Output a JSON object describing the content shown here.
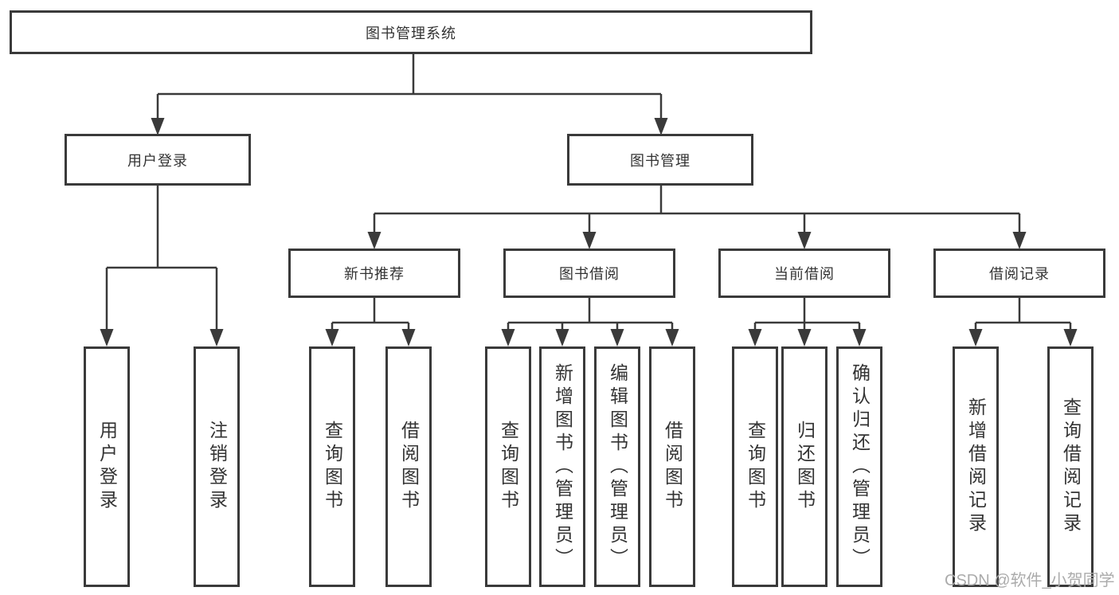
{
  "diagram": {
    "root": {
      "label": "图书管理系统"
    },
    "level2": [
      {
        "label": "用户登录"
      },
      {
        "label": "图书管理"
      }
    ],
    "level3": [
      {
        "label": "新书推荐"
      },
      {
        "label": "图书借阅"
      },
      {
        "label": "当前借阅"
      },
      {
        "label": "借阅记录"
      }
    ],
    "leaves": [
      {
        "parent": "用户登录",
        "label": "用户登录"
      },
      {
        "parent": "用户登录",
        "label": "注销登录"
      },
      {
        "parent": "新书推荐",
        "label": "查询图书"
      },
      {
        "parent": "新书推荐",
        "label": "借阅图书"
      },
      {
        "parent": "图书借阅",
        "label": "查询图书"
      },
      {
        "parent": "图书借阅",
        "label": "新增图书（管理员）"
      },
      {
        "parent": "图书借阅",
        "label": "编辑图书（管理员）"
      },
      {
        "parent": "图书借阅",
        "label": "借阅图书"
      },
      {
        "parent": "当前借阅",
        "label": "查询图书"
      },
      {
        "parent": "当前借阅",
        "label": "归还图书"
      },
      {
        "parent": "当前借阅",
        "label": "确认归还（管理员）"
      },
      {
        "parent": "借阅记录",
        "label": "新增借阅记录"
      },
      {
        "parent": "借阅记录",
        "label": "查询借阅记录"
      }
    ]
  },
  "watermark": "CSDN @软件_小贺同学",
  "colors": {
    "line": "#3a3a3a",
    "text": "#333333",
    "background": "#ffffff",
    "watermark": "#ababab"
  }
}
